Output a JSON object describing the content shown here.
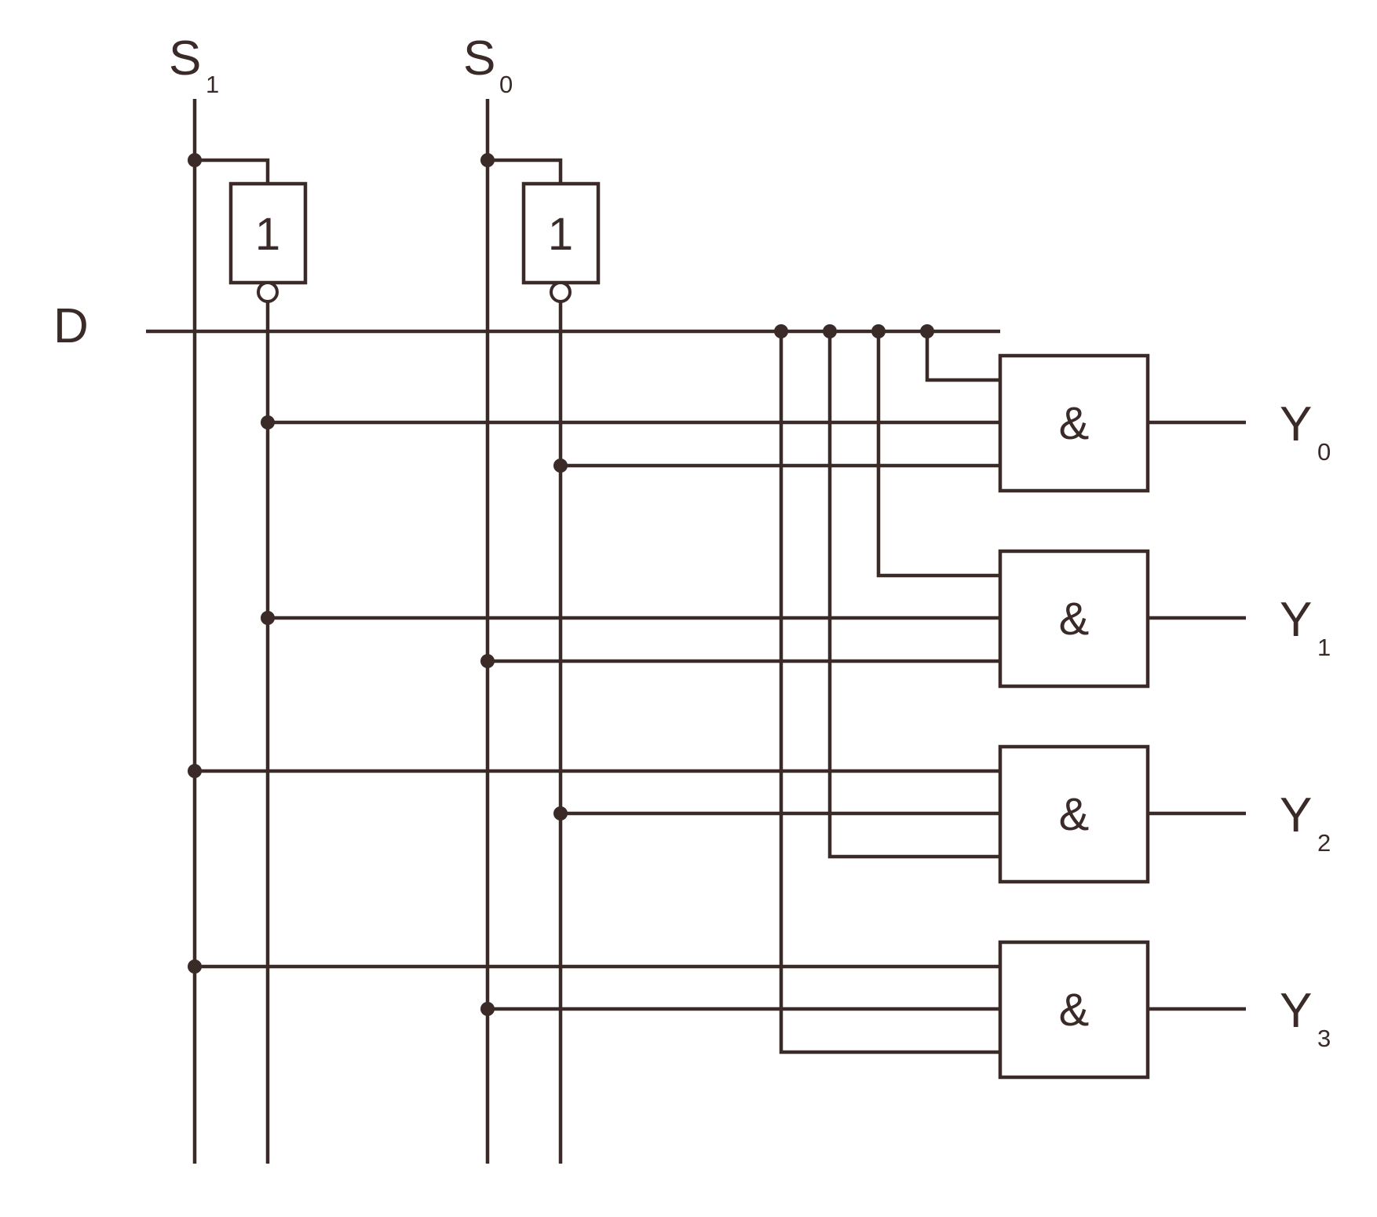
{
  "inputs": {
    "s1": {
      "letter": "S",
      "index": "1"
    },
    "s0": {
      "letter": "S",
      "index": "0"
    },
    "d": "D"
  },
  "not_gates": {
    "s1_not": {
      "symbol": "1"
    },
    "s0_not": {
      "symbol": "1"
    }
  },
  "and_gates": [
    {
      "symbol": "&"
    },
    {
      "symbol": "&"
    },
    {
      "symbol": "&"
    },
    {
      "symbol": "&"
    }
  ],
  "outputs": [
    {
      "letter": "Y",
      "index": "0"
    },
    {
      "letter": "Y",
      "index": "1"
    },
    {
      "letter": "Y",
      "index": "2"
    },
    {
      "letter": "Y",
      "index": "3"
    }
  ],
  "colors": {
    "ink": "#3a2a28",
    "background": "#ffffff"
  }
}
